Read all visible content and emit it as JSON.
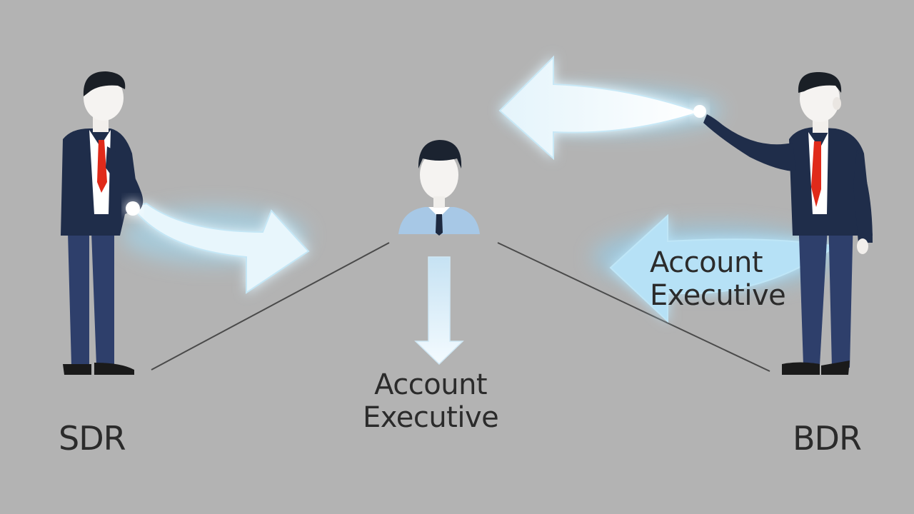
{
  "labels": {
    "sdr": "SDR",
    "bdr": "BDR",
    "center_line1": "Account",
    "center_line2": "Executive",
    "right_line1": "Account",
    "right_line2": "Executive"
  },
  "colors": {
    "background": "#b3b3b3",
    "suit": "#1f2d4a",
    "trousers": "#2e3f6b",
    "hair": "#1a1f26",
    "tie": "#e02a1a",
    "arrow_fill": "#e6f4fb",
    "arrow_glow": "#8fd3f5",
    "connector_line": "#4a4a4a"
  },
  "icons": {
    "left_person": "businessman-figure-icon",
    "right_person": "businessman-figure-icon",
    "center_person": "user-avatar-icon"
  }
}
